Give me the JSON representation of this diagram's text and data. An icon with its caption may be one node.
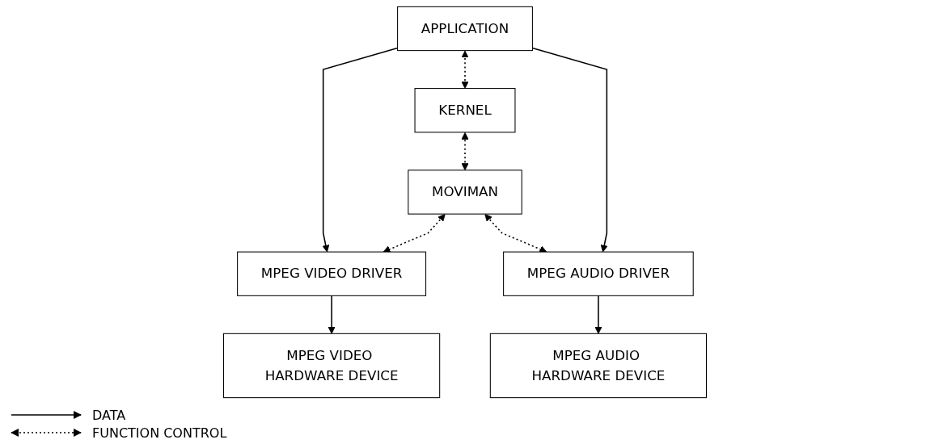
{
  "diagram": {
    "nodes": [
      {
        "text": [
          "APPLICATION"
        ]
      },
      {
        "text": [
          "KERNEL"
        ]
      },
      {
        "text": [
          "MOVIMAN"
        ]
      },
      {
        "text": [
          "MPEG VIDEO DRIVER"
        ]
      },
      {
        "text": [
          "MPEG AUDIO DRIVER"
        ]
      },
      {
        "text": [
          "MPEG VIDEO HARDWARE DEVICE"
        ]
      },
      {
        "text": [
          "MPEG AUDIO HARDWARE DEVICE"
        ]
      }
    ],
    "edges": [
      {
        "from": 0,
        "to": 3,
        "arrow": "to"
      },
      {
        "from": 0,
        "to": 1,
        "arrow": "both",
        "style": "dashed"
      },
      {
        "from": 0,
        "to": 4,
        "arrow": "to"
      },
      {
        "from": 1,
        "to": 2,
        "arrow": "both",
        "style": "dashed"
      },
      {
        "from": 2,
        "to": 3,
        "arrow": "both",
        "style": "dashed"
      },
      {
        "from": 2,
        "to": 4,
        "arrow": "both",
        "style": "dashed"
      },
      {
        "from": 3,
        "to": 5,
        "arrow": "to"
      },
      {
        "from": 4,
        "to": 6,
        "arrow": "to"
      }
    ],
    "legend": [
      {
        "text": "DATA"
      },
      {
        "text": "FUNCTION CONTROL"
      }
    ]
  }
}
